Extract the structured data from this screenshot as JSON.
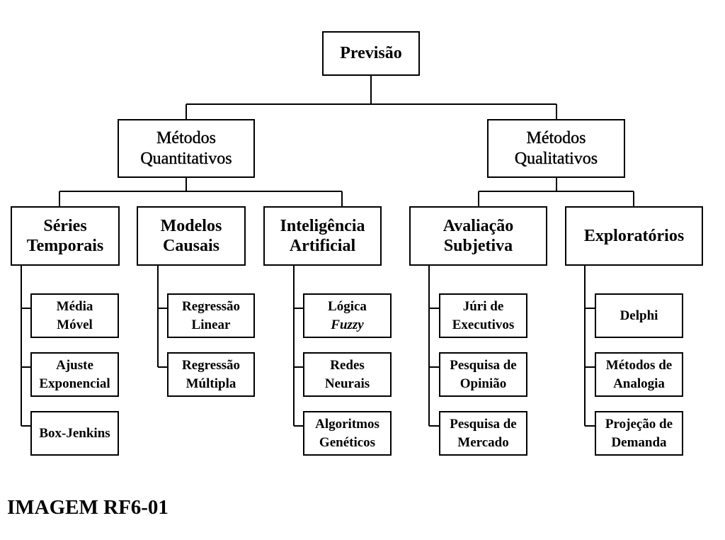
{
  "root": {
    "lines": [
      "Previsão"
    ]
  },
  "quantitativos": {
    "lines": [
      "Métodos",
      "Quantitativos"
    ],
    "categories": [
      {
        "lines": [
          "Séries",
          "Temporais"
        ],
        "items": [
          [
            "Média",
            "Móvel"
          ],
          [
            "Ajuste",
            "Exponencial"
          ],
          [
            "Box-Jenkins"
          ]
        ]
      },
      {
        "lines": [
          "Modelos",
          "Causais"
        ],
        "items": [
          [
            "Regressão",
            "Linear"
          ],
          [
            "Regressão",
            "Múltipla"
          ]
        ]
      },
      {
        "lines": [
          "Inteligência",
          "Artificial"
        ],
        "items": [
          [
            "Lógica",
            "Fuzzy"
          ],
          [
            "Redes",
            "Neurais"
          ],
          [
            "Algoritmos",
            "Genéticos"
          ]
        ]
      }
    ]
  },
  "qualitativos": {
    "lines": [
      "Métodos",
      "Qualitativos"
    ],
    "categories": [
      {
        "lines": [
          "Avaliação",
          "Subjetiva"
        ],
        "items": [
          [
            "Júri de",
            "Executivos"
          ],
          [
            "Pesquisa de",
            "Opinião"
          ],
          [
            "Pesquisa de",
            "Mercado"
          ]
        ]
      },
      {
        "lines": [
          "Exploratórios"
        ],
        "items": [
          [
            "Delphi"
          ],
          [
            "Métodos de",
            "Analogia"
          ],
          [
            "Projeção de",
            "Demanda"
          ]
        ]
      }
    ]
  },
  "caption": "IMAGEM RF6-01"
}
